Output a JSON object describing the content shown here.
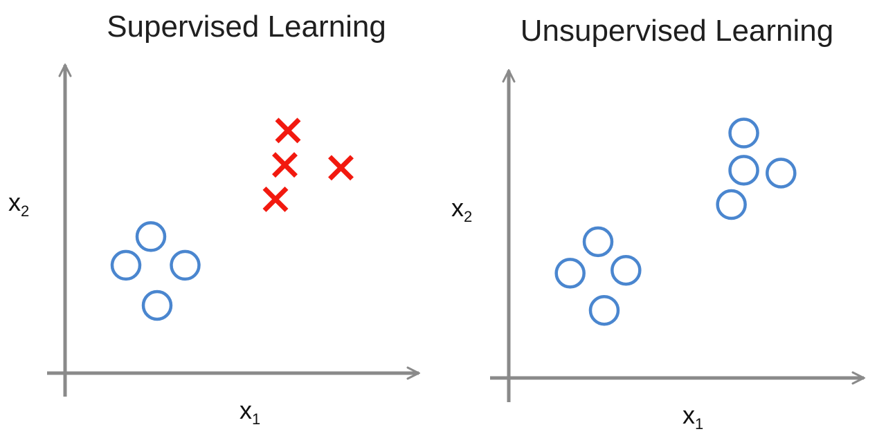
{
  "colors": {
    "axis": "#8a8a8a",
    "circle": "#4a86cf",
    "cross": "#f2190f"
  },
  "chart_data": [
    {
      "type": "scatter",
      "title": "Supervised Learning",
      "xlabel": "x",
      "xlabel_sub": "1",
      "ylabel": "x",
      "ylabel_sub": "2",
      "xlim": [
        0,
        10
      ],
      "ylim": [
        0,
        10
      ],
      "series": [
        {
          "marker": "circle",
          "color": "#4a86cf",
          "points": [
            [
              1.6,
              3.4
            ],
            [
              2.4,
              4.4
            ],
            [
              3.5,
              3.4
            ],
            [
              2.6,
              2.0
            ]
          ]
        },
        {
          "marker": "cross",
          "color": "#f2190f",
          "points": [
            [
              6.8,
              8.1
            ],
            [
              6.7,
              6.9
            ],
            [
              8.5,
              6.8
            ],
            [
              6.4,
              5.7
            ]
          ]
        }
      ]
    },
    {
      "type": "scatter",
      "title": "Unsupervised Learning",
      "xlabel": "x",
      "xlabel_sub": "1",
      "ylabel": "x",
      "ylabel_sub": "2",
      "xlim": [
        0,
        10
      ],
      "ylim": [
        0,
        10
      ],
      "series": [
        {
          "marker": "circle",
          "color": "#4a86cf",
          "points": [
            [
              1.6,
              3.3
            ],
            [
              2.5,
              4.4
            ],
            [
              3.4,
              3.4
            ],
            [
              2.7,
              2.0
            ],
            [
              6.8,
              5.7
            ],
            [
              7.2,
              6.9
            ],
            [
              8.4,
              6.8
            ],
            [
              7.2,
              8.2
            ]
          ]
        }
      ]
    }
  ]
}
